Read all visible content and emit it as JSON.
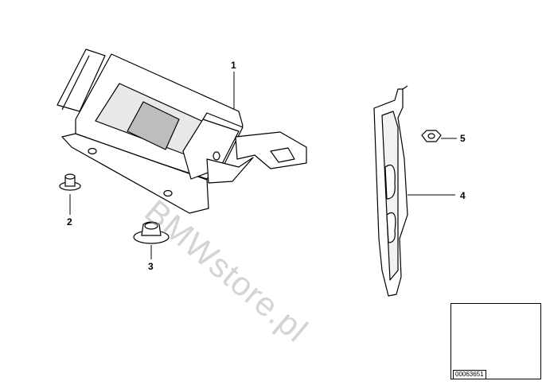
{
  "callouts": {
    "c1": "1",
    "c2": "2",
    "c3": "3",
    "c4": "4",
    "c5": "5"
  },
  "watermark": "BMWstore.pl",
  "thumbnail": {
    "id": "00063651"
  },
  "colors": {
    "line": "#000000",
    "shade": "#bdbdbd",
    "watermark": "#a0a0a0"
  }
}
